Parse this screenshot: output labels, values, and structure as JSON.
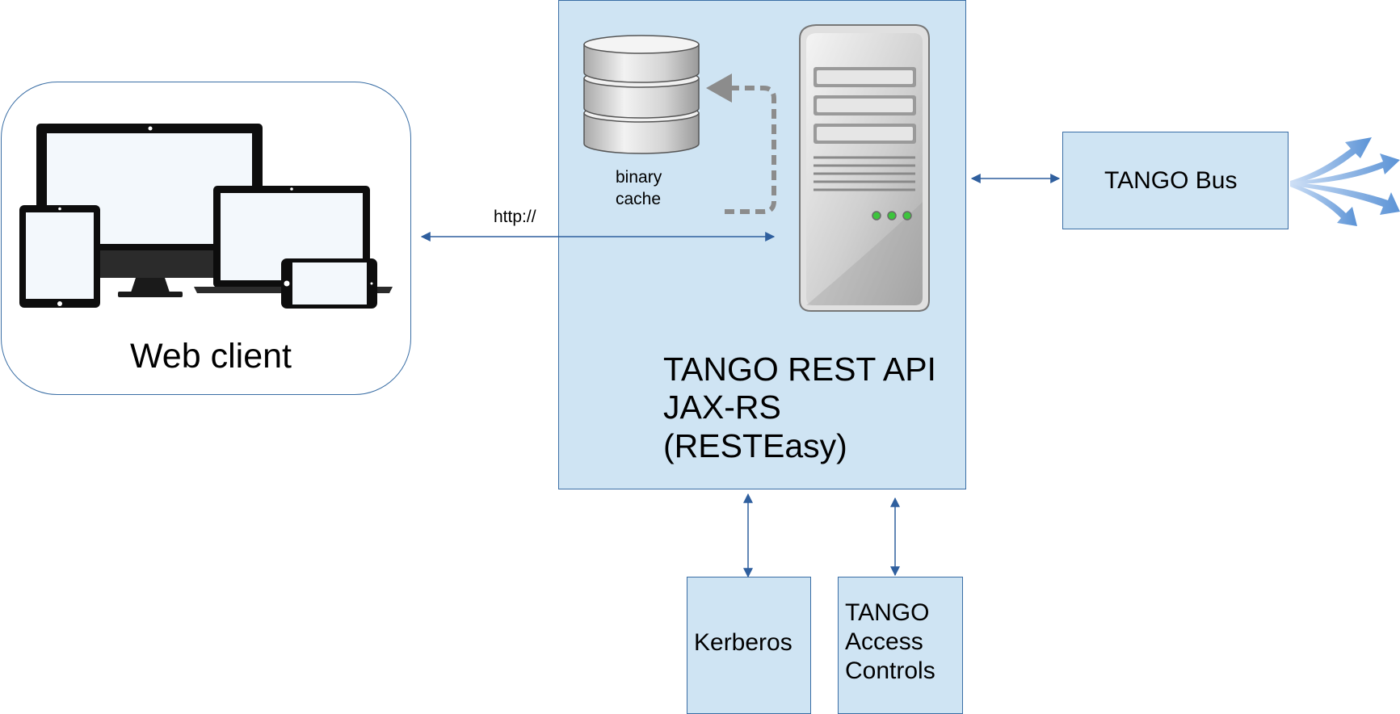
{
  "web_client": {
    "label": "Web client"
  },
  "rest_api": {
    "lines": [
      "TANGO REST API",
      "JAX-RS",
      "(RESTEasy)"
    ]
  },
  "cache": {
    "line1": "binary",
    "line2": "cache"
  },
  "connection": {
    "protocol_label": "http://"
  },
  "tango_bus": {
    "label": "TANGO Bus"
  },
  "kerberos": {
    "label": "Kerberos"
  },
  "access_controls": {
    "lines": [
      "TANGO",
      "Access",
      "Controls"
    ]
  },
  "colors": {
    "box_fill": "#cfe4f3",
    "box_border": "#3a6ea5",
    "arrow": "#2f5f9e",
    "cache_arrow": "#8c8c8c",
    "bus_fan": "#6a9fd8",
    "device_black": "#0d0d0d",
    "server_silver": "#c8c8c8",
    "led_green": "#3cc43c"
  },
  "icons": {
    "devices": "responsive-devices-icon",
    "database": "database-cylinder-icon",
    "server": "tower-server-icon",
    "bus_fan": "fan-out-arrows-icon"
  }
}
